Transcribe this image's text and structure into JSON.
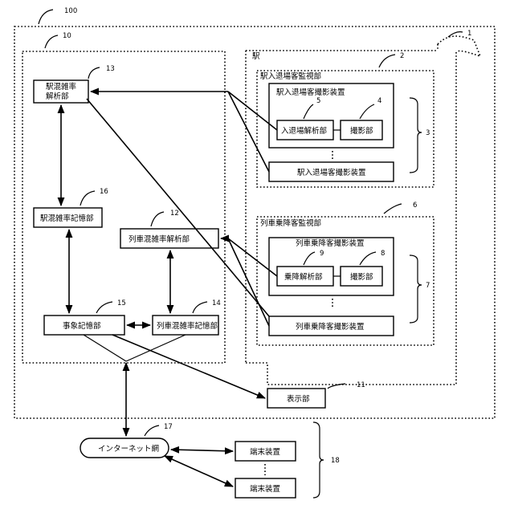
{
  "station": {
    "title": "駅"
  },
  "entry_monitor": {
    "title": "駅入退場客監視部",
    "device_title": "駅入退場客撮影装置",
    "analysis": "入退場解析部",
    "imaging": "撮影部",
    "device_bottom": "駅入退場客撮影装置"
  },
  "boarding_monitor": {
    "title": "列車乗降客監視部",
    "device_title": "列車乗降客撮影装置",
    "analysis": "乗降解析部",
    "imaging": "撮影部",
    "device_bottom": "列車乗降客撮影装置"
  },
  "server": {
    "station_analysis_1": "駅混雑率",
    "station_analysis_2": "解析部",
    "station_storage": "駅混雑率記憶部",
    "train_analysis": "列車混雑率解析部",
    "event_storage": "事象記憶部",
    "train_storage": "列車混雑率記憶部",
    "display": "表示部"
  },
  "network": {
    "internet": "インターネット網",
    "terminal_1": "端末装置",
    "terminal_2": "端末装置"
  },
  "refs": {
    "r100": "100",
    "r10": "10",
    "r13": "13",
    "r16": "16",
    "r12": "12",
    "r15": "15",
    "r14": "14",
    "r17": "17",
    "r11": "11",
    "r2": "2",
    "r1": "1",
    "r5": "5",
    "r4": "4",
    "r3": "3",
    "r6": "6",
    "r9": "9",
    "r8": "8",
    "r7": "7",
    "r18": "18"
  }
}
